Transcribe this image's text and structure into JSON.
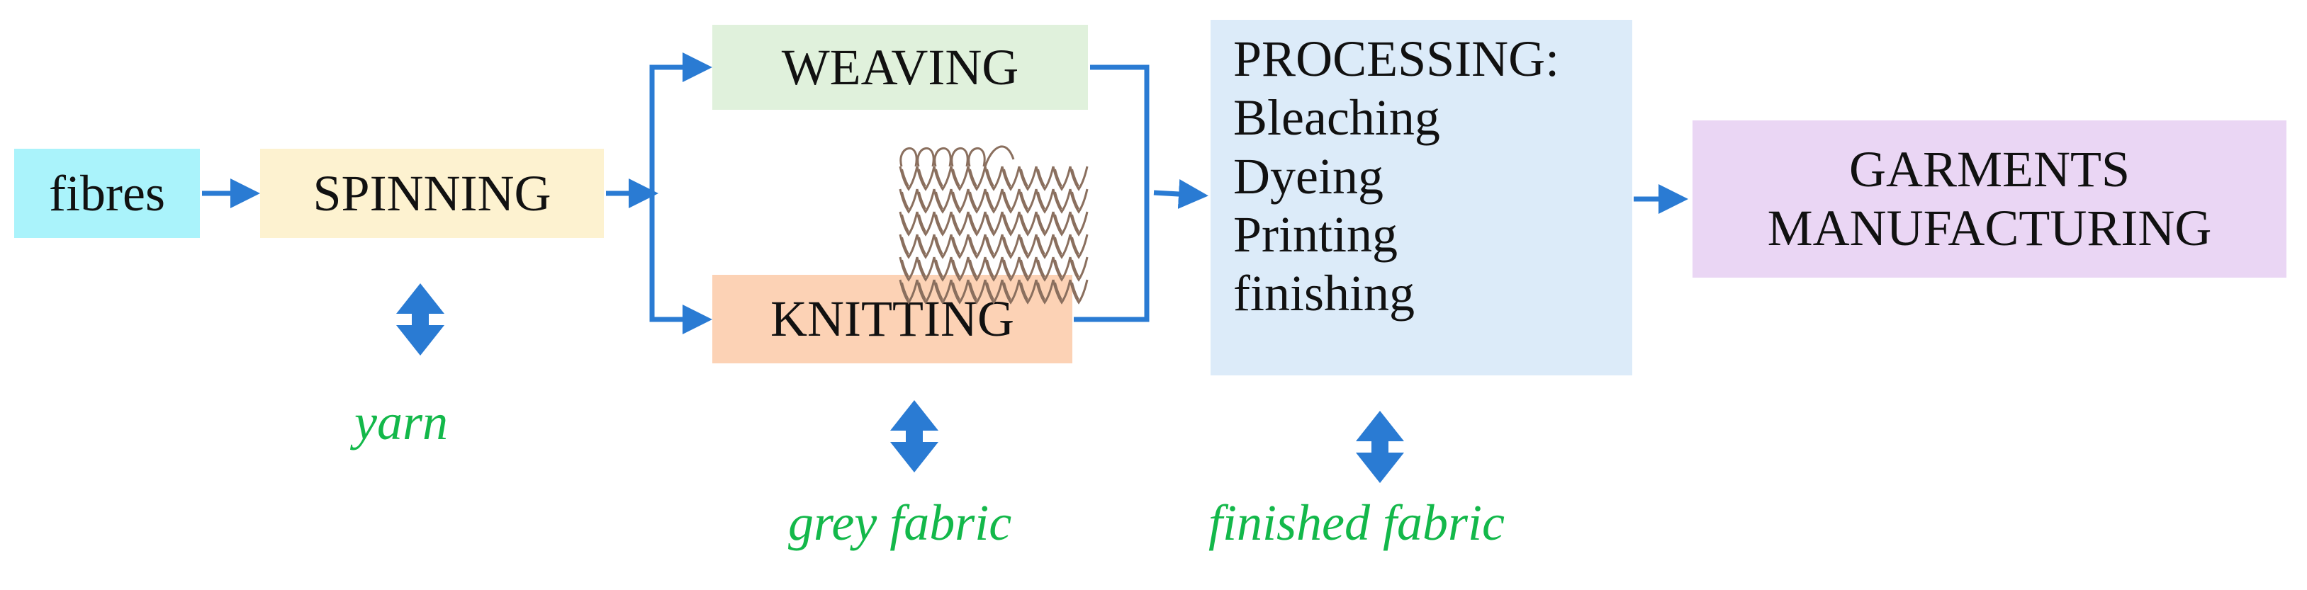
{
  "colors": {
    "arrow": "#2a7bd3",
    "caption": "#13b84a",
    "fibres_fill": "#aaf3fb",
    "spinning_fill": "#fdf2d0",
    "weaving_fill": "#e0f1dc",
    "knitting_fill": "#fcd2b5",
    "processing_fill": "#dcebf9",
    "garments_fill": "#ead6f4"
  },
  "boxes": {
    "fibres": {
      "label": "fibres"
    },
    "spinning": {
      "label": "SPINNING"
    },
    "weaving": {
      "label": "WEAVING"
    },
    "knitting": {
      "label": "KNITTING"
    },
    "processing": {
      "title": "PROCESSING:",
      "steps": [
        "Bleaching",
        "Dyeing",
        "Printing",
        "finishing"
      ]
    },
    "garments": {
      "lines": [
        "GARMENTS",
        "MANUFACTURING"
      ]
    }
  },
  "captions": {
    "yarn": "yarn",
    "grey_fabric": "grey fabric",
    "finished_fabric": "finished fabric"
  },
  "icons": {
    "knit_texture": "knitted-fabric-icon",
    "double_arrow": "double-headed-arrow-icon"
  }
}
